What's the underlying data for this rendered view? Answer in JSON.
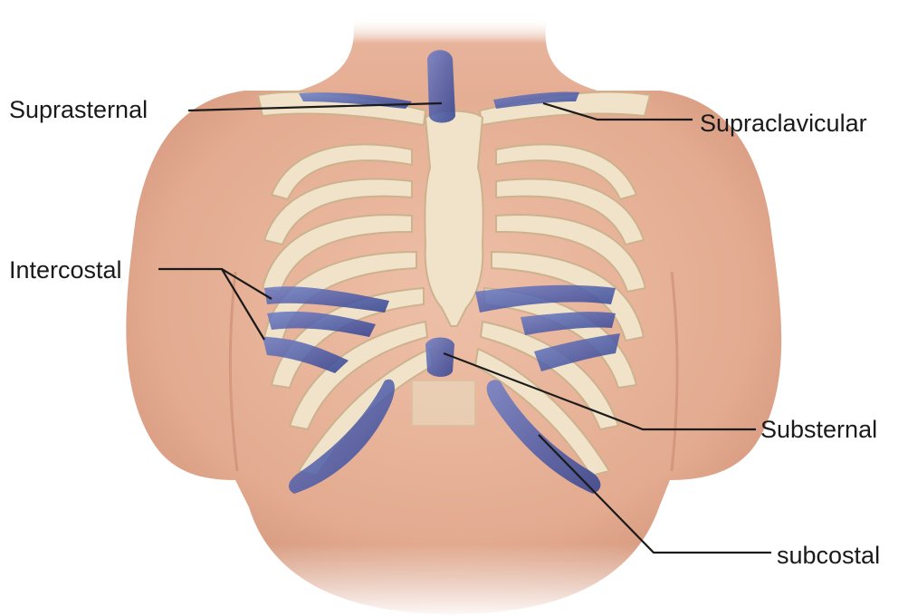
{
  "labels": {
    "suprasternal": "Suprasternal",
    "supraclavicular": "Supraclavicular",
    "intercostal": "Intercostal",
    "substernal": "Substernal",
    "subcostal": "subcostal"
  },
  "colors": {
    "background": "#ffffff",
    "skin": "#e8b49a",
    "skin_shadow": "#d99a80",
    "bone": "#f1e3c9",
    "bone_outline": "#cdb28e",
    "retraction_highlight": "#3f4f9f",
    "leader_line": "#1a1a1a"
  }
}
